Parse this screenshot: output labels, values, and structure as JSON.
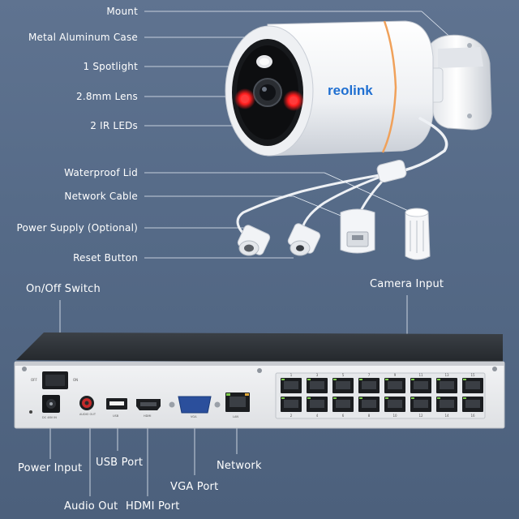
{
  "camera": {
    "brand": "reolink",
    "callouts": {
      "mount": "Mount",
      "case": "Metal Aluminum Case",
      "spotlight": "1 Spotlight",
      "lens": "2.8mm Lens",
      "ir_leds": "2 IR LEDs",
      "waterproof_lid": "Waterproof Lid",
      "network_cable": "Network Cable",
      "power_supply": "Power Supply (Optional)",
      "reset_button": "Reset Button"
    }
  },
  "nvr": {
    "callouts": {
      "on_off": "On/Off Switch",
      "camera_input": "Camera Input",
      "power_input": "Power Input",
      "usb_port": "USB Port",
      "network": "Network",
      "audio_out": "Audio Out",
      "hdmi_port": "HDMI Port",
      "vga_port": "VGA Port"
    },
    "panel_text": {
      "off": "OFF",
      "on": "ON",
      "dc_in": "DC 48V IN",
      "audio": "AUDIO OUT",
      "usb": "USB",
      "hdmi": "HDMI",
      "vga": "VGA",
      "lan": "LAN"
    },
    "poe_top_numbers": [
      "1",
      "3",
      "5",
      "7",
      "9",
      "11",
      "13",
      "15"
    ],
    "poe_bottom_numbers": [
      "2",
      "4",
      "6",
      "8",
      "10",
      "12",
      "14",
      "16"
    ]
  },
  "colors": {
    "background": "#566b88",
    "camera_body": "#f4f5f7",
    "accent_orange": "#f0a15a",
    "ir_red": "#ff2a2a",
    "brand_blue": "#1f6fd1",
    "nvr_body": "#2f3338",
    "nvr_panel": "#e9eaec"
  }
}
